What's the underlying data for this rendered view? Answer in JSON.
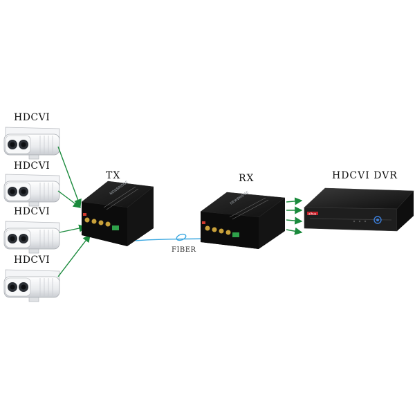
{
  "diagram": {
    "cameras": [
      {
        "label": "HDCVI"
      },
      {
        "label": "HDCVI"
      },
      {
        "label": "HDCVI"
      },
      {
        "label": "HDCVI"
      }
    ],
    "transmitter": {
      "label": "TX",
      "brand": "NEWBRIDGE"
    },
    "receiver": {
      "label": "RX",
      "brand": "NEWBRIDGE"
    },
    "fiber": {
      "label": "FIBER"
    },
    "recorder": {
      "label": "HDCVI DVR",
      "brand": "alhua"
    },
    "colors": {
      "arrow": "#1a8a3c",
      "fiber": "#3aa7e0",
      "device_body": "#1c1c1c",
      "camera_body": "#eef0f2"
    }
  }
}
